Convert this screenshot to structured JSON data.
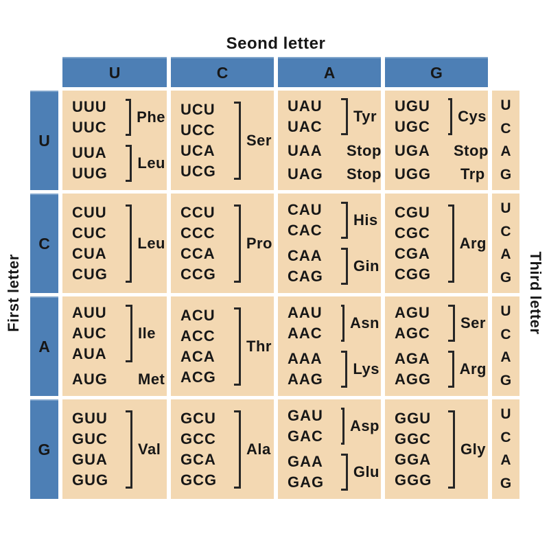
{
  "title": "Seond letter",
  "left_label": "First letter",
  "right_label": "Third letter",
  "second_letters": [
    "U",
    "C",
    "A",
    "G"
  ],
  "third_letters": [
    "U",
    "C",
    "A",
    "G"
  ],
  "colors": {
    "header_blue": "#4d7fb5",
    "header_blue_highlight": "#7fa4cb",
    "cell_tan": "#f3d8b2",
    "text": "#171717",
    "background": "#ffffff"
  },
  "rows": [
    {
      "first": "U",
      "cells": [
        {
          "groups": [
            {
              "codons": [
                "UUU",
                "UUC"
              ],
              "label": "Phe",
              "bracket": true
            },
            {
              "codons": [
                "UUA",
                "UUG"
              ],
              "label": "Leu",
              "bracket": true
            }
          ]
        },
        {
          "groups": [
            {
              "codons": [
                "UCU",
                "UCC",
                "UCA",
                "UCG"
              ],
              "label": "Ser",
              "bracket": true
            }
          ]
        },
        {
          "groups": [
            {
              "codons": [
                "UAU",
                "UAC"
              ],
              "label": "Tyr",
              "bracket": true
            },
            {
              "codons": [
                "UAA"
              ],
              "label": "Stop",
              "bracket": false
            },
            {
              "codons": [
                "UAG"
              ],
              "label": "Stop",
              "bracket": false
            }
          ]
        },
        {
          "groups": [
            {
              "codons": [
                "UGU",
                "UGC"
              ],
              "label": "Cys",
              "bracket": true
            },
            {
              "codons": [
                "UGA"
              ],
              "label": "Stop",
              "bracket": false
            },
            {
              "codons": [
                "UGG"
              ],
              "label": "Trp",
              "bracket": false
            }
          ]
        }
      ]
    },
    {
      "first": "C",
      "cells": [
        {
          "groups": [
            {
              "codons": [
                "CUU",
                "CUC",
                "CUA",
                "CUG"
              ],
              "label": "Leu",
              "bracket": true
            }
          ]
        },
        {
          "groups": [
            {
              "codons": [
                "CCU",
                "CCC",
                "CCA",
                "CCG"
              ],
              "label": "Pro",
              "bracket": true
            }
          ]
        },
        {
          "groups": [
            {
              "codons": [
                "CAU",
                "CAC"
              ],
              "label": "His",
              "bracket": true
            },
            {
              "codons": [
                "CAA",
                "CAG"
              ],
              "label": "Gin",
              "bracket": true
            }
          ]
        },
        {
          "groups": [
            {
              "codons": [
                "CGU",
                "CGC",
                "CGA",
                "CGG"
              ],
              "label": "Arg",
              "bracket": true
            }
          ]
        }
      ]
    },
    {
      "first": "A",
      "cells": [
        {
          "groups": [
            {
              "codons": [
                "AUU",
                "AUC",
                "AUA"
              ],
              "label": "Ile",
              "bracket": true
            },
            {
              "codons": [
                "AUG"
              ],
              "label": "Met",
              "bracket": false
            }
          ]
        },
        {
          "groups": [
            {
              "codons": [
                "ACU",
                "ACC",
                "ACA",
                "ACG"
              ],
              "label": "Thr",
              "bracket": true
            }
          ]
        },
        {
          "groups": [
            {
              "codons": [
                "AAU",
                "AAC"
              ],
              "label": "Asn",
              "bracket": true
            },
            {
              "codons": [
                "AAA",
                "AAG"
              ],
              "label": "Lys",
              "bracket": true
            }
          ]
        },
        {
          "groups": [
            {
              "codons": [
                "AGU",
                "AGC"
              ],
              "label": "Ser",
              "bracket": true
            },
            {
              "codons": [
                "AGA",
                "AGG"
              ],
              "label": "Arg",
              "bracket": true
            }
          ]
        }
      ]
    },
    {
      "first": "G",
      "cells": [
        {
          "groups": [
            {
              "codons": [
                "GUU",
                "GUC",
                "GUA",
                "GUG"
              ],
              "label": "Val",
              "bracket": true
            }
          ]
        },
        {
          "groups": [
            {
              "codons": [
                "GCU",
                "GCC",
                "GCA",
                "GCG"
              ],
              "label": "Ala",
              "bracket": true
            }
          ]
        },
        {
          "groups": [
            {
              "codons": [
                "GAU",
                "GAC"
              ],
              "label": "Asp",
              "bracket": true
            },
            {
              "codons": [
                "GAA",
                "GAG"
              ],
              "label": "Glu",
              "bracket": true
            }
          ]
        },
        {
          "groups": [
            {
              "codons": [
                "GGU",
                "GGC",
                "GGA",
                "GGG"
              ],
              "label": "Gly",
              "bracket": true
            }
          ]
        }
      ]
    }
  ]
}
